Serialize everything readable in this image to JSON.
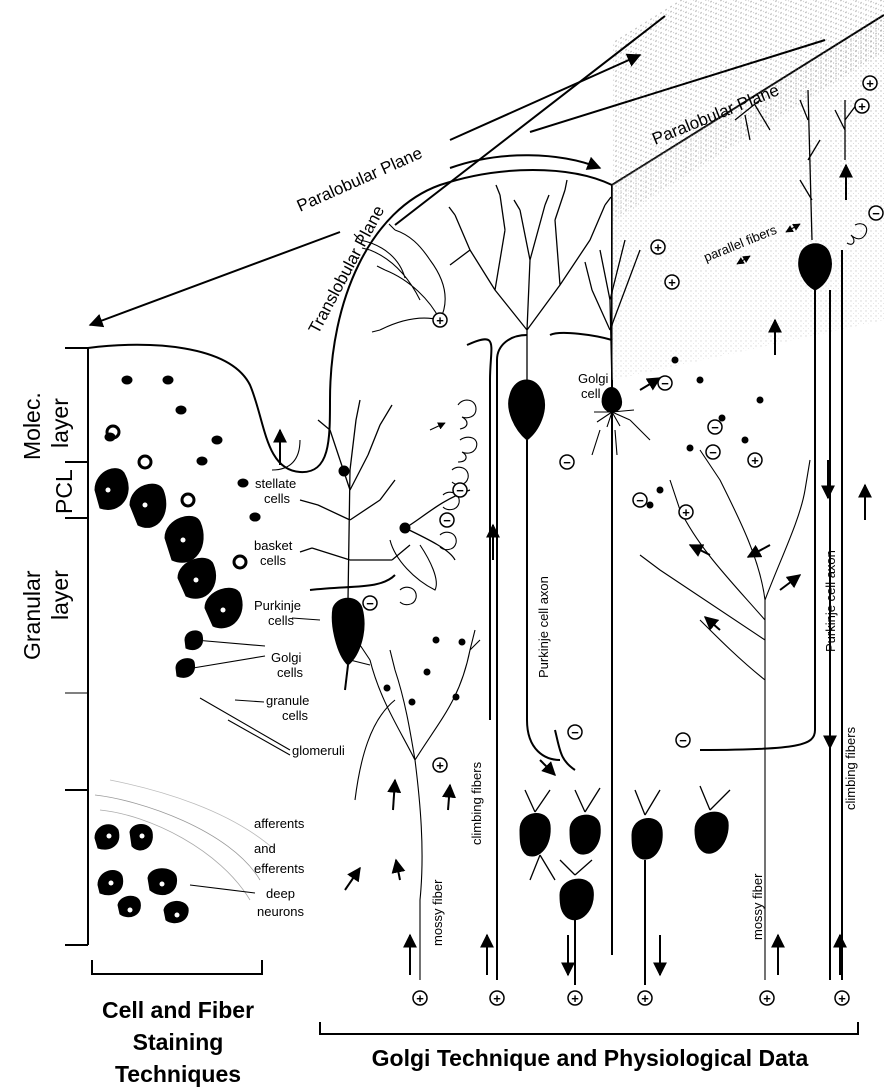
{
  "planes": {
    "paralobular_left": "Paralobular Plane",
    "paralobular_right": "Paralobular Plane",
    "translobular": "Translobular Plane"
  },
  "layers": {
    "molecular": [
      "Molec.",
      "layer"
    ],
    "pcl": "PCL",
    "granular": [
      "Granular",
      "layer"
    ]
  },
  "cell_labels": {
    "stellate": [
      "stellate",
      "cells"
    ],
    "basket": [
      "basket",
      "cells"
    ],
    "purkinje": [
      "Purkinje",
      "cells"
    ],
    "golgi": [
      "Golgi",
      "cells"
    ],
    "granule": [
      "granule",
      "cells"
    ],
    "glomeruli": "glomeruli",
    "afferents": [
      "afferents",
      "and",
      "efferents"
    ],
    "deep": [
      "deep",
      "neurons"
    ]
  },
  "fiber_labels": {
    "parallel_fibers": "parallel fibers",
    "golgi_cell": [
      "Golgi",
      "cell"
    ],
    "purkinje_axon_left": "Purkinje cell axon",
    "purkinje_axon_right": "Purkinje cell axon",
    "climbing_left": "climbing fibers",
    "climbing_right": "climbing fibers",
    "mossy_left": "mossy fiber",
    "mossy_right": "mossy fiber"
  },
  "signs": {
    "plus": "+",
    "minus": "−"
  },
  "footer": {
    "left": [
      "Cell and Fiber",
      "Staining",
      "Techniques"
    ],
    "right": "Golgi Technique and Physiological Data"
  }
}
